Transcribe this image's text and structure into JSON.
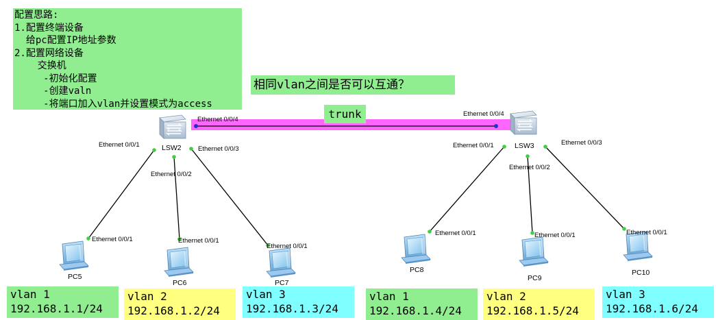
{
  "notes": {
    "lines": [
      "配置思路:",
      "1.配置终端设备",
      "  给pc配置IP地址参数",
      "2.配置网络设备",
      "    交换机",
      "     -初始化配置",
      "     -创建valn",
      "     -将端口加入vlan并设置模式为access"
    ]
  },
  "question": "相同vlan之间是否可以互通？",
  "trunk_label": "trunk",
  "switches": [
    {
      "name": "LSW2",
      "port_trunk": "Ethernet 0/0/4",
      "port_a": "Ethernet 0/0/1",
      "port_b": "Ethernet 0/0/2",
      "port_c": "Ethernet 0/0/3"
    },
    {
      "name": "LSW3",
      "port_trunk": "Ethernet 0/0/4",
      "port_a": "Ethernet 0/0/1",
      "port_b": "Ethernet 0/0/2",
      "port_c": "Ethernet 0/0/3"
    }
  ],
  "pcs": [
    {
      "name": "PC5",
      "port": "Ethernet 0/0/1",
      "vlan": "vlan 1",
      "ip": "192.168.1.1/24"
    },
    {
      "name": "PC6",
      "port": "Ethernet 0/0/1",
      "vlan": "vlan 2",
      "ip": "192.168.1.2/24"
    },
    {
      "name": "PC7",
      "port": "Ethernet 0/0/1",
      "vlan": "vlan 3",
      "ip": "192.168.1.3/24"
    },
    {
      "name": "PC8",
      "port": "Ethernet 0/0/1",
      "vlan": "vlan 1",
      "ip": "192.168.1.4/24"
    },
    {
      "name": "PC9",
      "port": "Ethernet 0/0/1",
      "vlan": "vlan 2",
      "ip": "192.168.1.5/24"
    },
    {
      "name": "PC10",
      "port": "Ethernet 0/0/1",
      "vlan": "vlan 3",
      "ip": "192.168.1.6/24"
    }
  ],
  "colors": {
    "note_bg": "#90ee90",
    "vlan1": "#90ee90",
    "vlan2": "#ffff80",
    "vlan3": "#7fffff",
    "trunk_highlight": "#ff66ff",
    "link_dot": "#44cc44",
    "trunk_dot": "#2233cc"
  }
}
